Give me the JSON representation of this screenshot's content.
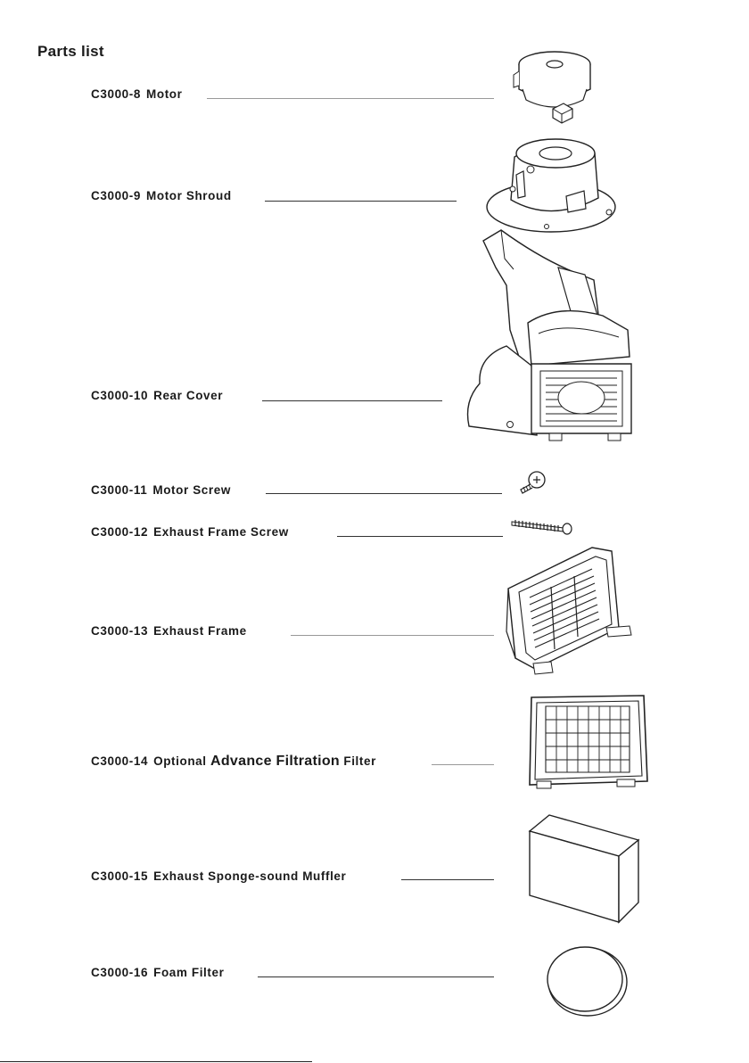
{
  "page": {
    "heading": "Parts list",
    "parts": [
      {
        "code": "C3000-8",
        "name": "Motor"
      },
      {
        "code": "C3000-9",
        "name": "Motor Shroud"
      },
      {
        "code": "C3000-10",
        "name": "Rear Cover"
      },
      {
        "code": "C3000-11",
        "name": "Motor Screw"
      },
      {
        "code": "C3000-12",
        "name": "Exhaust Frame Screw"
      },
      {
        "code": "C3000-13",
        "name": "Exhaust Frame"
      },
      {
        "code": "C3000-14",
        "name_pre": "Optional",
        "name_big": "Advance Filtration",
        "name_post": "Filter"
      },
      {
        "code": "C3000-15",
        "name": "Exhaust Sponge-sound Muffler"
      },
      {
        "code": "C3000-16",
        "name": "Foam Filter"
      }
    ]
  }
}
